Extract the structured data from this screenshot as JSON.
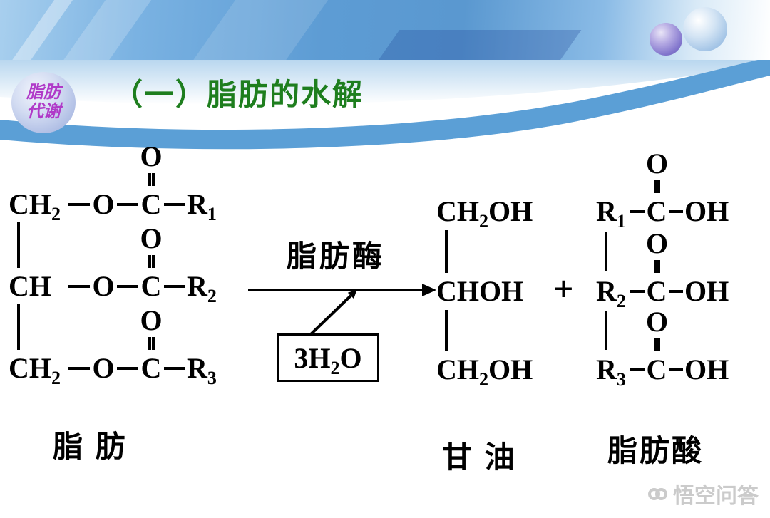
{
  "slide": {
    "badge": {
      "line1": "脂肪",
      "line2": "代谢"
    },
    "title": "（一）脂肪的水解"
  },
  "diagram": {
    "triglyceride": {
      "label": "脂 肪",
      "rows": [
        {
          "backbone": "CH",
          "backbone_sub": "2",
          "ester_o": "O",
          "carbonyl_c": "C",
          "r": "R",
          "r_sub": "1",
          "top_o": "O"
        },
        {
          "backbone": "CH",
          "backbone_sub": "",
          "ester_o": "O",
          "carbonyl_c": "C",
          "r": "R",
          "r_sub": "2",
          "top_o": "O"
        },
        {
          "backbone": "CH",
          "backbone_sub": "2",
          "ester_o": "O",
          "carbonyl_c": "C",
          "r": "R",
          "r_sub": "3",
          "top_o": "O"
        }
      ]
    },
    "enzyme_label": "脂肪酶",
    "water": {
      "coef": "3H",
      "sub": "2",
      "tail": "O"
    },
    "glycerol": {
      "label": "甘 油",
      "rows": [
        {
          "pre": "CH",
          "sub": "2",
          "post": "OH"
        },
        {
          "pre": "CH",
          "sub": "",
          "post": "OH"
        },
        {
          "pre": "CH",
          "sub": "2",
          "post": "OH"
        }
      ]
    },
    "plus": "+",
    "fatty_acids": {
      "label": "脂肪酸",
      "rows": [
        {
          "r": "R",
          "r_sub": "1",
          "c": "C",
          "oh": "OH",
          "top_o": "O"
        },
        {
          "r": "R",
          "r_sub": "2",
          "c": "C",
          "oh": "OH",
          "top_o": "O"
        },
        {
          "r": "R",
          "r_sub": "3",
          "c": "C",
          "oh": "OH",
          "top_o": "O"
        }
      ]
    }
  },
  "watermark": {
    "logo_icon": "wukong-double-ring-icon",
    "text": "悟空问答"
  },
  "colors": {
    "title_green": "#1e7e1e",
    "badge_text_purple": "#b03ac8",
    "wave_blue": "#5b9fd6",
    "band_blue": "#5d9cd4",
    "watermark_gray": "#cbcbcb"
  }
}
